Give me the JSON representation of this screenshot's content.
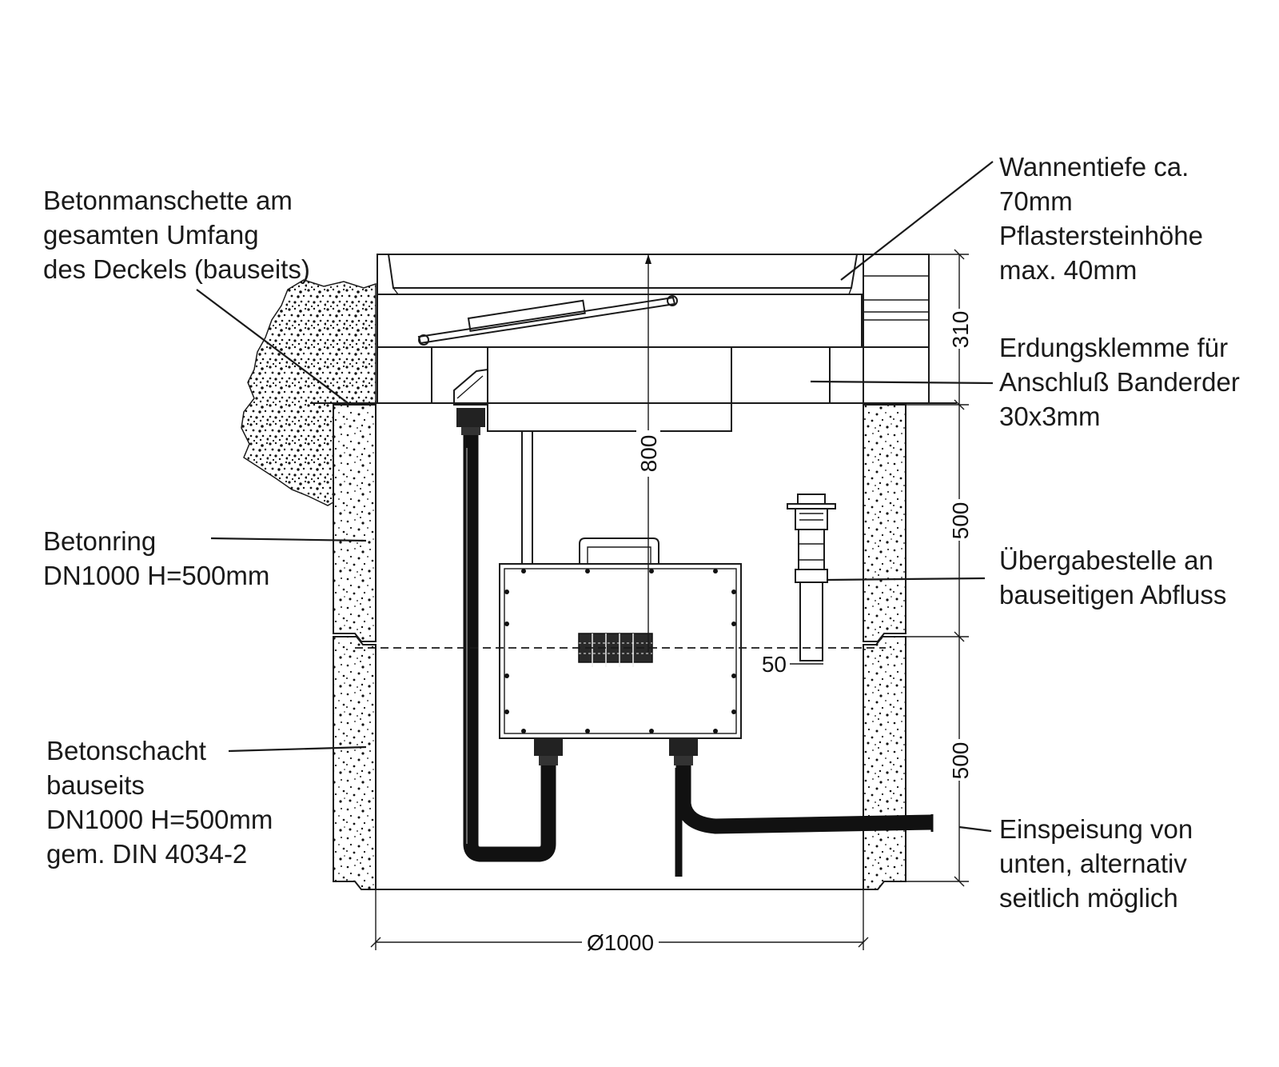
{
  "labels": {
    "betonmanschette": [
      "Betonmanschette am",
      "gesamten Umfang",
      "des Deckels (bauseits)"
    ],
    "betonring": [
      "Betonring",
      "DN1000 H=500mm"
    ],
    "betonschacht": [
      "Betonschacht",
      "bauseits",
      "DN1000 H=500mm",
      "gem. DIN 4034-2"
    ],
    "wannentiefe": [
      "Wannentiefe ca.",
      "70mm",
      "Pflastersteinhöhe",
      "max. 40mm"
    ],
    "erdungsklemme": [
      "Erdungsklemme für",
      "Anschluß Banderder",
      "30x3mm"
    ],
    "uebergabestelle": [
      "Übergabestelle an",
      "bauseitigen Abfluss"
    ],
    "einspeisung": [
      "Einspeisung von",
      "unten, alternativ",
      "seitlich möglich"
    ]
  },
  "dimensions": {
    "cover_height": "310",
    "ring_height": "500",
    "shaft_height": "500",
    "depth": "800",
    "drain_offset": "50",
    "diameter": "Ø1000"
  }
}
